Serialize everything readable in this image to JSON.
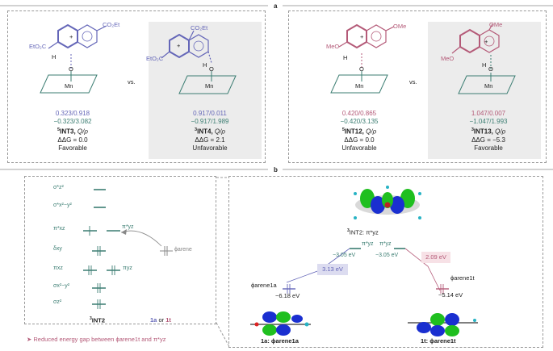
{
  "section_a": {
    "letter": "a",
    "vs": "vs.",
    "panels": [
      {
        "v1": "0.323/0.918",
        "v2": "−0.323/3.082",
        "label": "INT3,",
        "sup": "5",
        "qrho": "Q/ρ",
        "dg": "ΔΔG = 0.0",
        "verdict": "Favorable",
        "sub1": "EtO₂C",
        "sub2": "CO₂Et",
        "h": "H"
      },
      {
        "v1": "0.917/0.011",
        "v2": "−0.917/1.989",
        "label": "INT4,",
        "sup": "3",
        "qrho": "Q/ρ",
        "dg": "ΔΔG = 2.1",
        "verdict": "Unfavorable",
        "sub1": "CO₂Et",
        "sub2": "EtO₂C",
        "h": "H"
      },
      {
        "v1": "0.420/0.865",
        "v2": "−0.420/3.135",
        "label": "INT12,",
        "sup": "5",
        "qrho": "Q/ρ",
        "dg": "ΔΔG = 0.0",
        "verdict": "Unfavorable",
        "sub1": "MeO",
        "sub2": "OMe",
        "h": "H"
      },
      {
        "v1": "1.047/0.007",
        "v2": "−1.047/1.993",
        "label": "INT13,",
        "sup": "3",
        "qrho": "Q/ρ",
        "dg": "ΔΔG = −5.3",
        "verdict": "Favorable",
        "sub1": "OMe",
        "sub2": "MeO",
        "h": "H"
      }
    ],
    "mn": "Mn",
    "o": "O",
    "plus": "+"
  },
  "section_b": {
    "letter": "b",
    "levels": [
      "σ*z²",
      "σ*x²−y²",
      "π*xz",
      "δxy",
      "πxz",
      "σx²−y²",
      "σz²"
    ],
    "pi_yz_star": "π*yz",
    "pi_yz": "πyz",
    "phi_arene": "ϕarene",
    "int2_label": "INT2",
    "int2_sup": "3",
    "or_1a": "1a",
    "or_word": "or",
    "or_1t": "1t",
    "note": "Reduced energy gap between ϕarene1t and π*yz",
    "int2_mo_label": "INT2: π*yz",
    "int2_mo_sup": "3",
    "left_level_label": "π*yz",
    "left_level_energy": "−3.05 eV",
    "right_level_label": "π*yz",
    "right_level_energy": "−3.05 eV",
    "gap_1a": "3.13 eV",
    "gap_1t": "2.09 eV",
    "phi_1a_label": "ϕarene1a",
    "phi_1a_energy": "−6.18 eV",
    "phi_1t_label": "ϕarene1t",
    "phi_1t_energy": "−5.14 eV",
    "mo_1a_caption": "1a: ϕarene1a",
    "mo_1t_caption": "1t: ϕarene1t"
  },
  "colors": {
    "blue": "#6466b8",
    "green": "#3b7d72",
    "pink": "#b45a78",
    "grey_box": "#ececec"
  }
}
